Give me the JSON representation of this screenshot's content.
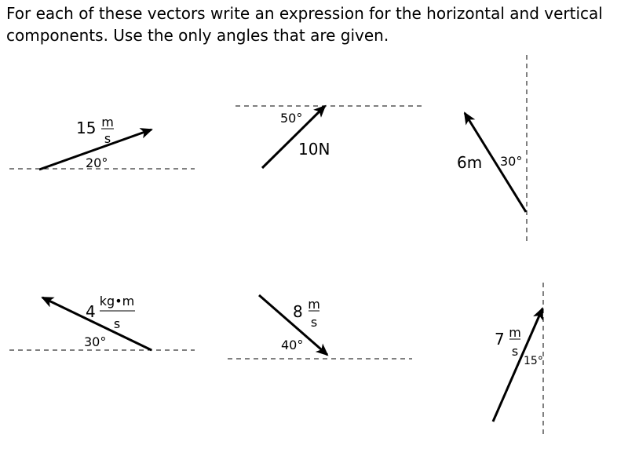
{
  "instructions": "For each of these vectors write an expression for the horizontal and vertical components. Use the only angles that are given.",
  "vectors": [
    {
      "magnitude": "15",
      "unit_num": "m",
      "unit_den": "s",
      "angle": "20°",
      "reference": "horizontal"
    },
    {
      "magnitude": "10N",
      "angle": "50°",
      "reference": "horizontal"
    },
    {
      "magnitude": "6m",
      "angle": "30°",
      "reference": "vertical"
    },
    {
      "magnitude": "4",
      "unit_num": "kg•m",
      "unit_den": "s",
      "angle": "30°",
      "reference": "horizontal"
    },
    {
      "magnitude": "8",
      "unit_num": "m",
      "unit_den": "s",
      "angle": "40°",
      "reference": "horizontal"
    },
    {
      "magnitude": "7",
      "unit_num": "m",
      "unit_den": "s",
      "angle": "15°",
      "reference": "vertical"
    }
  ]
}
